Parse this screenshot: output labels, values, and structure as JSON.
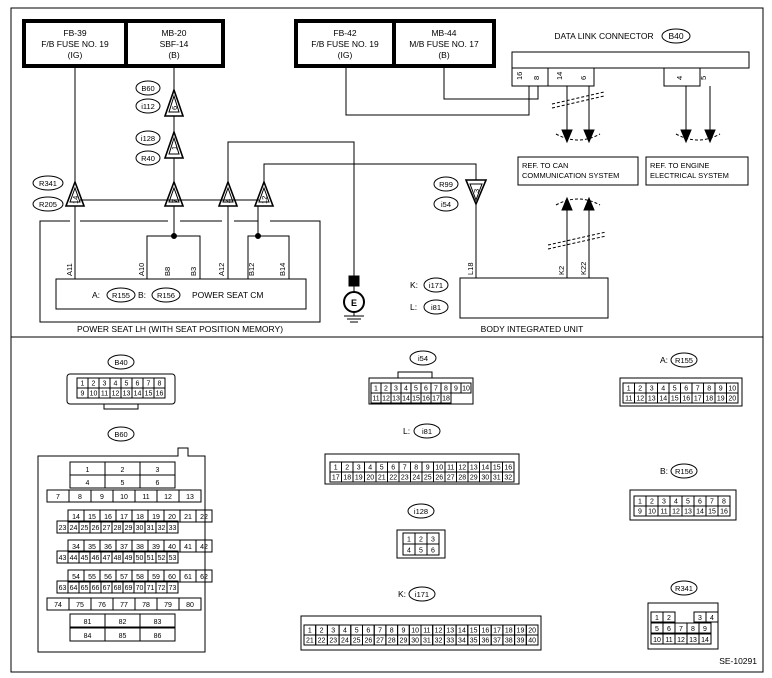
{
  "fuse_boxes": [
    {
      "code": "FB-39",
      "name": "F/B FUSE NO. 19",
      "supply": "(IG)"
    },
    {
      "code": "MB-20",
      "name": "SBF-14",
      "supply": "(B)"
    },
    {
      "code": "FB-42",
      "name": "F/B FUSE NO. 19",
      "supply": "(IG)"
    },
    {
      "code": "MB-44",
      "name": "M/B FUSE NO. 17",
      "supply": "(B)"
    }
  ],
  "dlc": {
    "title": "DATA LINK CONNECTOR",
    "code": "B40",
    "pins": [
      "16",
      "8",
      "14",
      "6",
      "4",
      "5"
    ]
  },
  "refs": {
    "can": [
      "REF. TO CAN",
      "COMMUNICATION SYSTEM"
    ],
    "engine": [
      "REF. TO ENGINE",
      "ELECTRICAL SYSTEM"
    ]
  },
  "inline_connectors": {
    "left_pair": [
      "R341",
      "R205"
    ],
    "mid_upper": [
      "B60",
      "i112"
    ],
    "mid_lower": [
      "i128",
      "R40"
    ],
    "right_pair": [
      "R99",
      "i54"
    ],
    "pins": [
      "14",
      "6",
      "1",
      "7",
      "4",
      "12",
      "3"
    ]
  },
  "power_seat": {
    "outer_label": "POWER SEAT LH (WITH SEAT POSITION MEMORY)",
    "module": "POWER SEAT CM",
    "conn_a_prefix": "A:",
    "conn_a": "R155",
    "conn_b_prefix": "B:",
    "conn_b": "R156",
    "terminals": [
      "A11",
      "A10",
      "B8",
      "B3",
      "A12",
      "B12",
      "B14"
    ]
  },
  "ground": "E",
  "biu": {
    "label": "BODY INTEGRATED UNIT",
    "conn_k_prefix": "K:",
    "conn_k": "i171",
    "conn_l_prefix": "L:",
    "conn_l": "i81",
    "terminals": [
      "L18",
      "K2",
      "K22"
    ]
  },
  "connector_views": {
    "B40": {
      "label": "B40",
      "rows": [
        [
          "1",
          "2",
          "3",
          "4",
          "5",
          "6",
          "7",
          "8"
        ],
        [
          "9",
          "10",
          "11",
          "12",
          "13",
          "14",
          "15",
          "16"
        ]
      ]
    },
    "B60": {
      "label": "B60",
      "rows": [
        [
          "1",
          "2",
          "3"
        ],
        [
          "4",
          "5",
          "6"
        ],
        [
          "7",
          "8",
          "9",
          "10",
          "11",
          "12",
          "13"
        ],
        [
          "14",
          "15",
          "16",
          "17",
          "18",
          "19",
          "20",
          "21",
          "22"
        ],
        [
          "23",
          "24",
          "25",
          "26",
          "27",
          "28",
          "29",
          "30",
          "31",
          "32",
          "33"
        ],
        [
          "34",
          "35",
          "36",
          "37",
          "38",
          "39",
          "40",
          "41",
          "42"
        ],
        [
          "43",
          "44",
          "45",
          "46",
          "47",
          "48",
          "49",
          "50",
          "51",
          "52",
          "53"
        ],
        [
          "54",
          "55",
          "56",
          "57",
          "58",
          "59",
          "60",
          "61",
          "62"
        ],
        [
          "63",
          "64",
          "65",
          "66",
          "67",
          "68",
          "69",
          "70",
          "71",
          "72",
          "73"
        ],
        [
          "74",
          "75",
          "76",
          "77",
          "78",
          "79",
          "80"
        ],
        [
          "81",
          "82",
          "83"
        ],
        [
          "84",
          "85",
          "86"
        ]
      ]
    },
    "i54": {
      "label": "i54",
      "rows": [
        [
          "1",
          "2",
          "3",
          "4",
          "5",
          "6",
          "7",
          "8",
          "9",
          "10"
        ],
        [
          "11",
          "12",
          "13",
          "14",
          "15",
          "16",
          "17",
          "18"
        ]
      ]
    },
    "i81": {
      "prefix": "L:",
      "label": "i81",
      "rows": [
        [
          "1",
          "2",
          "3",
          "4",
          "5",
          "6",
          "7",
          "8",
          "9",
          "10",
          "11",
          "12",
          "13",
          "14",
          "15",
          "16"
        ],
        [
          "17",
          "18",
          "19",
          "20",
          "21",
          "22",
          "23",
          "24",
          "25",
          "26",
          "27",
          "28",
          "29",
          "30",
          "31",
          "32"
        ]
      ]
    },
    "i128": {
      "label": "i128",
      "rows": [
        [
          "1",
          "2",
          "3"
        ],
        [
          "4",
          "5",
          "6"
        ]
      ]
    },
    "i171": {
      "prefix": "K:",
      "label": "i171",
      "rows": [
        [
          "1",
          "2",
          "3",
          "4",
          "5",
          "6",
          "7",
          "8",
          "9",
          "10",
          "11",
          "12",
          "13",
          "14",
          "15",
          "16",
          "17",
          "18",
          "19",
          "20"
        ],
        [
          "21",
          "22",
          "23",
          "24",
          "25",
          "26",
          "27",
          "28",
          "29",
          "30",
          "31",
          "32",
          "33",
          "34",
          "35",
          "36",
          "37",
          "38",
          "39",
          "40"
        ]
      ]
    },
    "R155": {
      "prefix": "A:",
      "label": "R155",
      "rows": [
        [
          "1",
          "2",
          "3",
          "4",
          "5",
          "6",
          "7",
          "8",
          "9",
          "10"
        ],
        [
          "11",
          "12",
          "13",
          "14",
          "15",
          "16",
          "17",
          "18",
          "19",
          "20"
        ]
      ]
    },
    "R156": {
      "prefix": "B:",
      "label": "R156",
      "rows": [
        [
          "1",
          "2",
          "3",
          "4",
          "5",
          "6",
          "7",
          "8"
        ],
        [
          "9",
          "10",
          "11",
          "12",
          "13",
          "14",
          "15",
          "16"
        ]
      ]
    },
    "R341": {
      "label": "R341",
      "rows": [
        [
          "1",
          "2",
          "3",
          "4"
        ],
        [
          "5",
          "6",
          "7",
          "8",
          "9"
        ],
        [
          "10",
          "11",
          "12",
          "13",
          "14"
        ]
      ]
    }
  },
  "figure_code": "SE-10291"
}
